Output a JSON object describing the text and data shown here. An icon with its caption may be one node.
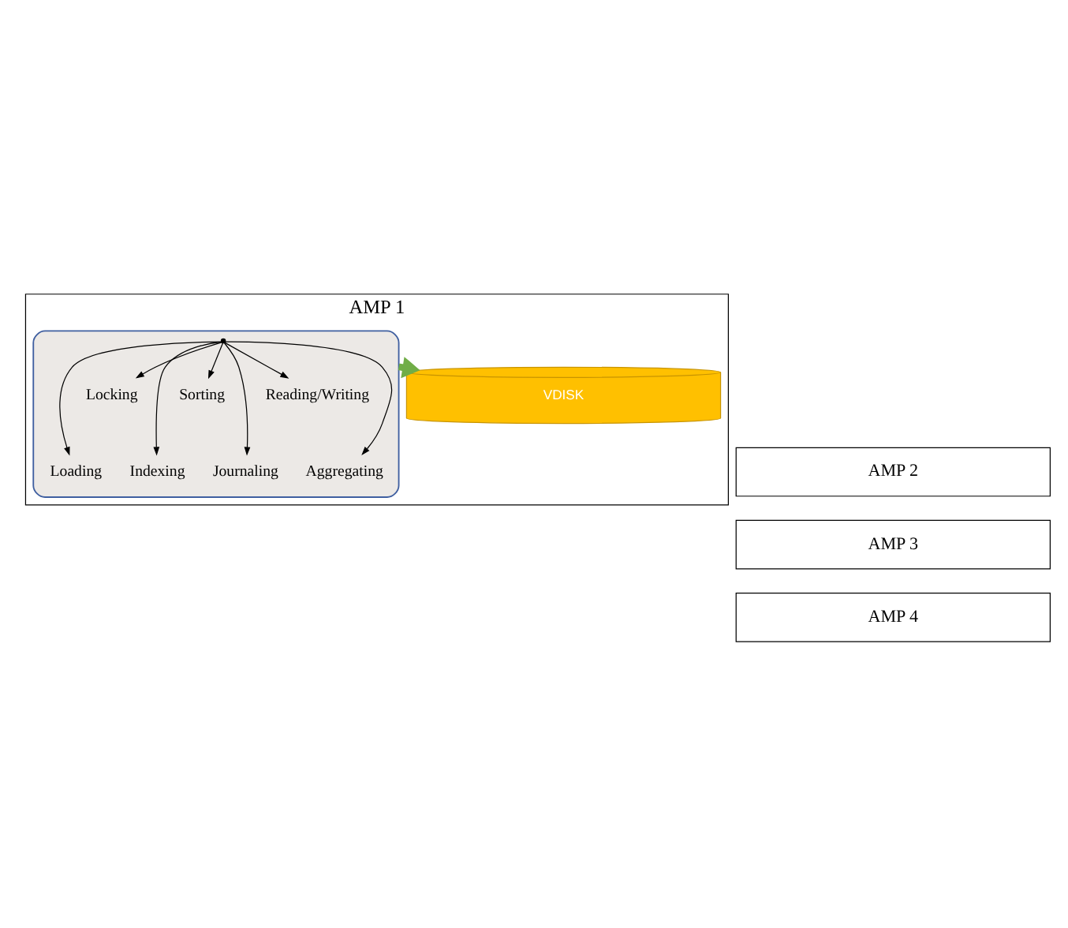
{
  "diagram": {
    "nodes": [
      {
        "text": [
          "AMP 1"
        ]
      },
      {
        "text": [],
        "shape": "ellipse",
        "in": 0
      },
      {
        "text": [],
        "shape": "point",
        "in": 1
      },
      {
        "text": [
          "Loading"
        ],
        "in": 1
      },
      {
        "text": [
          "Locking"
        ],
        "in": 1
      },
      {
        "text": [
          "Indexing"
        ],
        "in": 1
      },
      {
        "text": [
          "Sorting"
        ],
        "in": 1
      },
      {
        "text": [
          "Journaling"
        ],
        "in": 1
      },
      {
        "text": [
          "Reading/Writing"
        ],
        "in": 1
      },
      {
        "text": [
          "Aggregating"
        ],
        "in": 1
      },
      {
        "text": [
          "VDISK"
        ],
        "in": 0
      },
      {
        "text": [
          "AMP 2"
        ]
      },
      {
        "text": [
          "AMP 3"
        ]
      },
      {
        "text": [
          "AMP 4"
        ]
      }
    ],
    "edges": [
      {
        "from": 2,
        "to": 3,
        "arrow": "to"
      },
      {
        "from": 2,
        "to": 4,
        "arrow": "to"
      },
      {
        "from": 2,
        "to": 5,
        "arrow": "to"
      },
      {
        "from": 2,
        "to": 6,
        "arrow": "to"
      },
      {
        "from": 2,
        "to": 7,
        "arrow": "to"
      },
      {
        "from": 2,
        "to": 8,
        "arrow": "to"
      },
      {
        "from": 2,
        "to": 9,
        "arrow": "to"
      },
      {
        "from": 1,
        "to": 10,
        "arrow": "to",
        "style": "thick",
        "color": "#70ad47"
      }
    ]
  }
}
